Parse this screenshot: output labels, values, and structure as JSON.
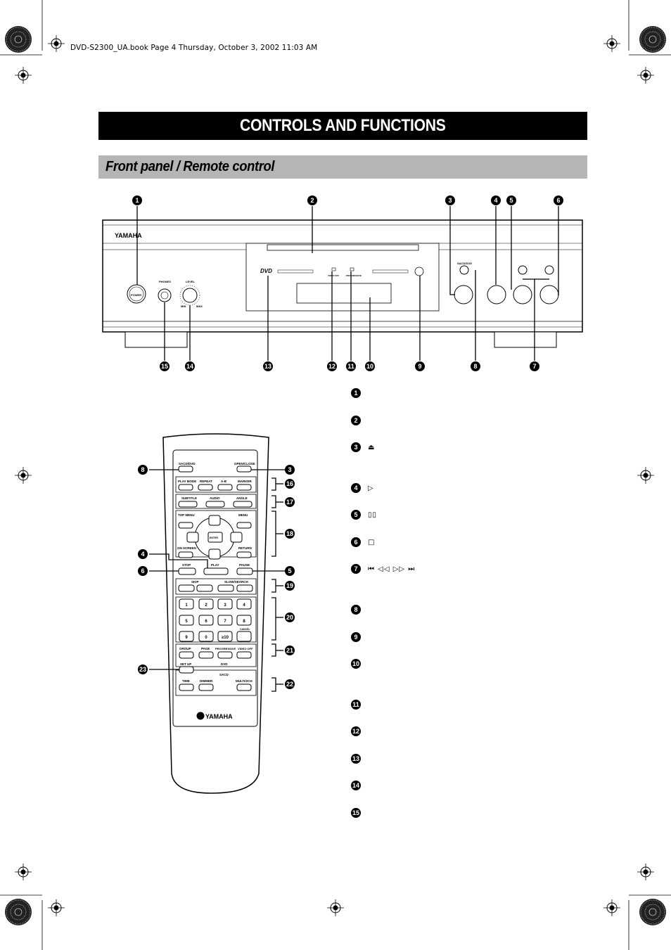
{
  "header": {
    "text": "DVD-S2300_UA.book  Page 4  Thursday, October 3, 2002  11:03 AM"
  },
  "title": "CONTROLS AND FUNCTIONS",
  "section": "Front panel / Remote control",
  "front_panel": {
    "brand": "YAMAHA",
    "power_label": "POWER",
    "phones_label": "PHONES",
    "level_label": "LEVEL",
    "level_min": "MIN",
    "level_max": "MAX",
    "dvd_logo": "DVD",
    "video_off_label": "VIDEO OFF",
    "progressive_label": "PROGRESSIVE",
    "sacd_dvd_label": "SACD/DVD",
    "top_callouts": [
      "1",
      "2",
      "3",
      "4",
      "5",
      "6"
    ],
    "bottom_callouts": [
      "15",
      "14",
      "13",
      "12",
      "11",
      "10",
      "9",
      "8",
      "7"
    ]
  },
  "remote": {
    "brand": "YAMAHA",
    "sacd_dvd": "SACD/DVD",
    "open_close": "OPEN/CLOSE",
    "play_mode": "PLAY MODE",
    "repeat": "REPEAT",
    "a_b": "A-B",
    "marker": "MARKER",
    "subtitle": "SUBTITLE",
    "audio": "AUDIO",
    "angle": "ANGLE",
    "top_menu": "TOP MENU",
    "menu": "MENU",
    "enter": "ENTER",
    "on_screen": "ON SCREEN",
    "return": "RETURN",
    "stop": "STOP",
    "play": "PLAY",
    "pause": "PAUSE",
    "skip": "SKIP",
    "slow_search": "SLOW/SEARCH",
    "digits": [
      "1",
      "2",
      "3",
      "4",
      "5",
      "6",
      "7",
      "8",
      "9",
      "0",
      "≥10"
    ],
    "cancel": "CANCEL",
    "group": "GROUP",
    "page": "PAGE",
    "progressive": "PROGRESSIVE",
    "video_off": "VIDEO OFF",
    "set_up": "SET UP",
    "dvd": "DVD",
    "sacd": "SACD",
    "time": "TIME",
    "dimmer": "DIMMER",
    "multi_2ch": "MULTI/2CH",
    "callouts_left": [
      "8",
      "4",
      "6",
      "23"
    ],
    "callouts_right": [
      "3",
      "16",
      "17",
      "18",
      "5",
      "19",
      "20",
      "21",
      "22"
    ]
  },
  "list": [
    {
      "num": "1",
      "sym": ""
    },
    {
      "num": "2",
      "sym": ""
    },
    {
      "num": "3",
      "sym": "⏏"
    },
    {
      "num": "4",
      "sym": "▷"
    },
    {
      "num": "5",
      "sym": "▯▯"
    },
    {
      "num": "6",
      "sym": "□"
    },
    {
      "num": "7",
      "sym": "⏮ ◁◁  ▷▷ ⏭"
    },
    {
      "num": "8",
      "sym": ""
    },
    {
      "num": "9",
      "sym": ""
    },
    {
      "num": "10",
      "sym": ""
    },
    {
      "num": "11",
      "sym": ""
    },
    {
      "num": "12",
      "sym": ""
    },
    {
      "num": "13",
      "sym": ""
    },
    {
      "num": "14",
      "sym": ""
    },
    {
      "num": "15",
      "sym": ""
    }
  ]
}
